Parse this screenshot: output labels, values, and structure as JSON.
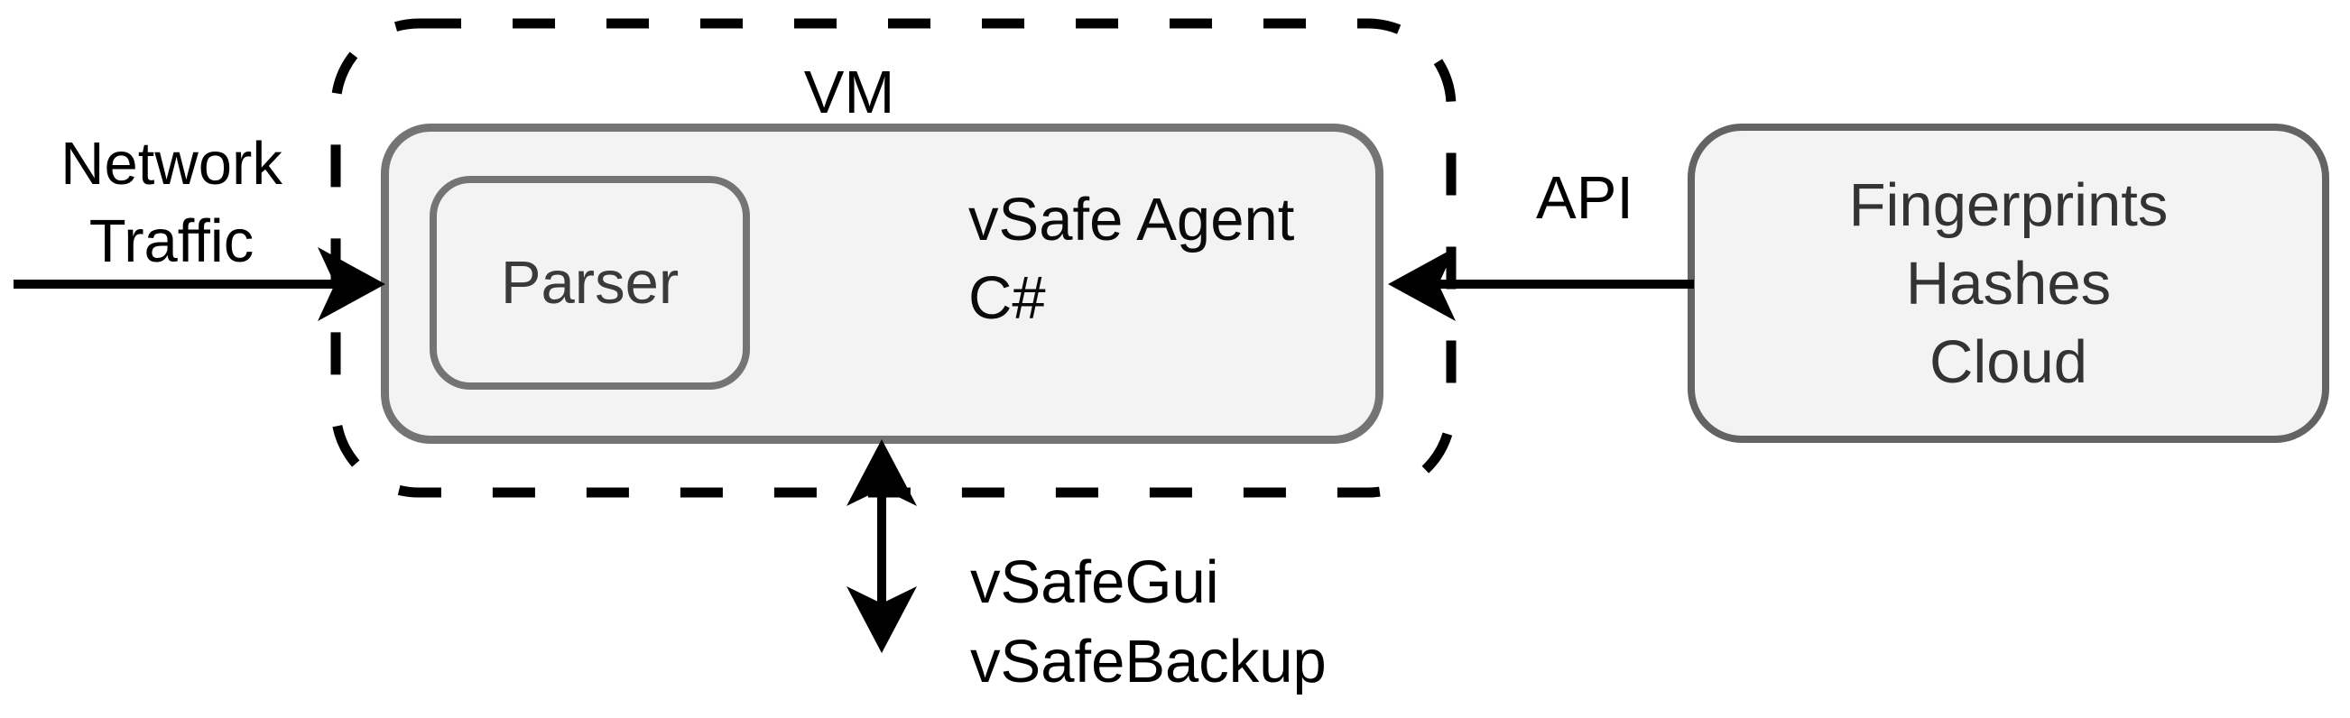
{
  "diagram": {
    "title_context": "vSafe architecture diagram",
    "colors": {
      "background": "#ffffff",
      "node_fill": "#f3f3f3",
      "node_border": "#747474",
      "fingerprints_border": "#636363",
      "dashed_boundary": "#000000",
      "arrow": "#000000",
      "node_text": "#3a3a3a",
      "label_text": "#000000"
    },
    "vm_group": {
      "label": "VM"
    },
    "agent_box": {
      "line1": "vSafe Agent",
      "line2": "C#"
    },
    "parser_box": {
      "label": "Parser"
    },
    "fingerprints_box": {
      "line1": "Fingerprints",
      "line2": "Hashes",
      "line3": "Cloud"
    },
    "network_label": {
      "line1": "Network",
      "line2": "Traffic"
    },
    "api_label": {
      "text": "API"
    },
    "bottom_label": {
      "line1": "vSafeGui",
      "line2": "vSafeBackup"
    },
    "edges": [
      {
        "name": "network-traffic-arrow",
        "from": "Network Traffic",
        "to": "vSafe Agent",
        "direction": "right"
      },
      {
        "name": "api-arrow",
        "from": "Fingerprints Hashes Cloud",
        "to": "vSafe Agent",
        "direction": "left",
        "label": "API"
      },
      {
        "name": "gui-backup-arrow",
        "from": "vSafe Agent",
        "to": "vSafeGui / vSafeBackup",
        "direction": "both"
      }
    ]
  }
}
